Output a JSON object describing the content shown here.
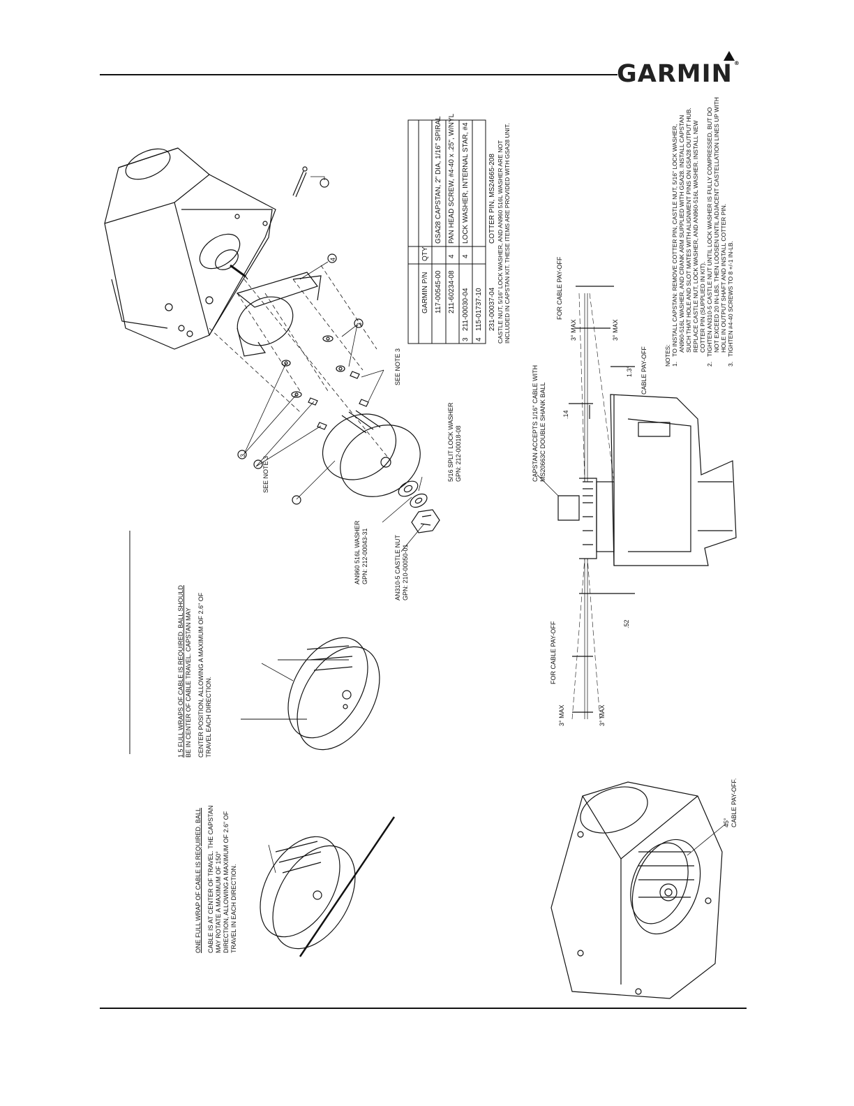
{
  "header": {
    "logo": "GARMIN",
    "logo_reg": "®"
  },
  "parts_table": {
    "headers": [
      "GARMIN P/N",
      "QTY",
      ""
    ],
    "rows": [
      [
        "117-00545-00",
        "",
        "GSA28 CAPSTAN, 2\" DIA, 1/16\" SPIRAL"
      ],
      [
        "211-60234-08",
        "4",
        "PAN HEAD SCREW, #4-40 x .25\", W/NYL"
      ],
      [
        "211-00030-04",
        "4",
        "LOCK WASHER, INTERNAL STAR, #4"
      ],
      [
        "115-01737-10",
        "",
        ""
      ],
      [
        "231-00037-04",
        "",
        "COTTER PIN, MS24665-208"
      ]
    ],
    "item_numbers": [
      "",
      "",
      "3",
      "4",
      ""
    ],
    "footnote_1": "CASTLE NUT, 5/16\" LOCK WASHER, AND AN960 516L WASHER ARE NOT",
    "footnote_2": "INCLUDED IN CAPSTAN KIT.  THESE ITEMS ARE PROVIDED WITH GSA28 UNIT."
  },
  "exploded_view": {
    "balloons": [
      "",
      "4",
      "3",
      "3",
      "",
      ""
    ],
    "see_note_3": "SEE NOTE 3",
    "split_washer_1": "5/16 SPLIT LOCK WASHER",
    "split_washer_2": "GPN: 212-00018-08",
    "an960_1": "AN960 516L WASHER",
    "an960_2": "GPN: 212-00043-31",
    "castle_1": "AN310-5 CASTLE NUT",
    "castle_2": "GPN: 210-00050-01"
  },
  "wrap_15": {
    "line1": "1.5 FULL WRAPS OF CABLE IS REQUIRED.  BALL SHOULD",
    "line2": "BE IN CENTER OF CABLE TRAVEL.  CAPSTAN MAY",
    "line3": "CENTER POSITION, ALLOWING A MAXIMUM OF 2.6\" OF",
    "line4": "TRAVEL EACH DIRECTION."
  },
  "wrap_1": {
    "line1": "ONE FULL WRAP OF CABLE IS REQUIRED.  BALL",
    "line2": "CABLE IS AT CENTER OF TRAVEL.  THE CAPSTAN",
    "line3": "MAY ROTATE A MAXIMUM OF 150°",
    "line4": "DIRECTION, ALLOWING A MAXIMUM OF 2.6\" OF",
    "line5": "TRAVEL IN EACH DIRECTION."
  },
  "side_view": {
    "cable_payoff_top": "FOR CABLE PAY-OFF",
    "max_3a": "3° MAX",
    "max_3b": "3° MAX",
    "capstan_accepts_1": "CAPSTAN ACCEPTS 1/16\" CABLE WITH",
    "capstan_accepts_2": "MS20663C DOUBLE SHANK BALL",
    "dim_14": ".14",
    "dim_13": "1.3°",
    "cable_payoff_mid": "CABLE PAY-OFF",
    "dim_52": ".52",
    "cable_payoff_bottom": "FOR CABLE PAY-OFF",
    "max_3c": "3° MAX",
    "max_3d": "3° MAX"
  },
  "iso_view": {
    "angle": "45°",
    "label": "CABLE PAY-OFF."
  },
  "notes": {
    "title": "NOTES:",
    "n1": "1.",
    "n1a": "TO INSTALL CAPSTAN: REMOVE COTTER PIN, CASTLE NUT, 5/16\" LOCK WASHER,",
    "n1b": "AN960-516L WASHER, AND CRANK ARM SUPPLIED WITH GSA28.  INSTALL CAPSTAN",
    "n1c": "SUCH THAT HOLE AND SLOT MATES WITH ALIGNMENT PINS ON GSA28 OUTPUT HUB.",
    "n1d": "REPLACE CASTLE NUT, LOCK WASHER, AND AN960-516L WASHER.  INSTALL NEW",
    "n1e": "COTTER PIN (SUPPLIED IN KIT).",
    "n2": "2.",
    "n2a": "TIGHTEN AN310-5 CASTLE NUT UNTIL LOCK WASHER IS FULLY COMPRESSED, BUT DO",
    "n2b": "NOT EXCEED 20 IN-LBS.  THEN LOOSEN UNTIL ADJACENT CASTELLATION LINES UP WITH",
    "n2c": "HOLE IN OUTPUT SHAFT AND INSTALL COTTER PIN.",
    "n3": "3.",
    "n3a": "TIGHTEN #4-40 SCREWS TO 8 +/-1 IN-LB."
  }
}
